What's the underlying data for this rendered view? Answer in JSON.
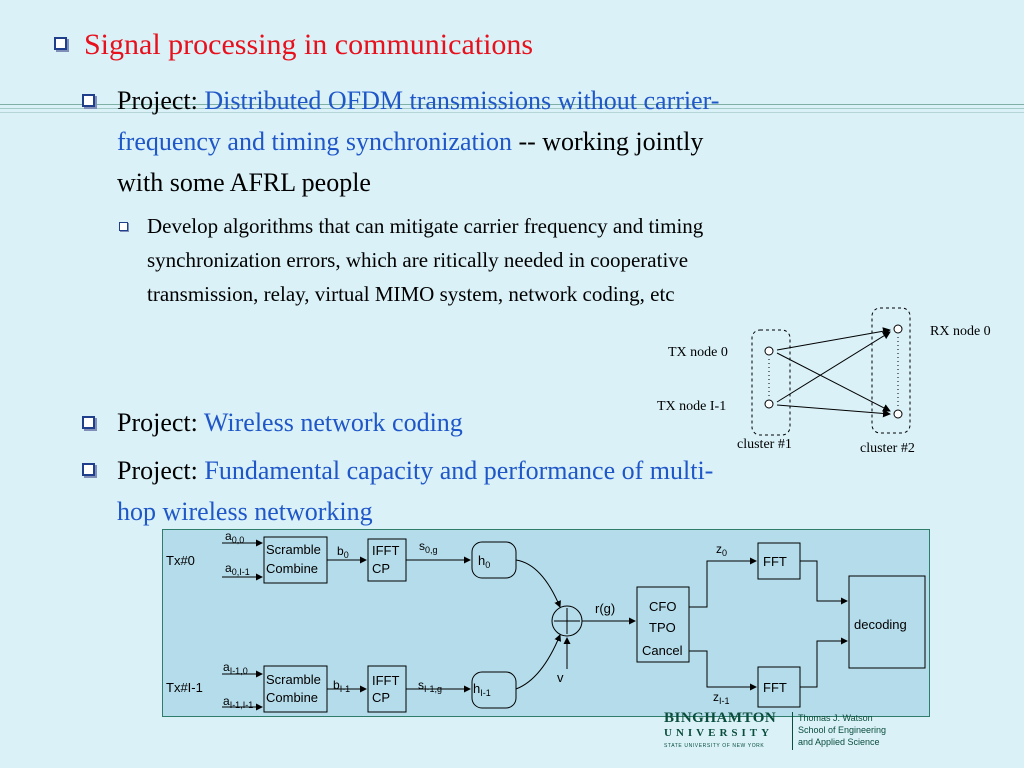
{
  "title": "Signal processing in communications",
  "bullet1": {
    "prefix": "Project: ",
    "highlight_line1": "Distributed OFDM transmissions without carrier-",
    "highlight_line2": "frequency and timing synchronization",
    "suffix_line2": " -- working jointly",
    "line3": "with some AFRL people"
  },
  "sub_bullet": {
    "line1": "Develop algorithms that can mitigate carrier frequency and timing",
    "line2": "synchronization errors, which are ritically needed in cooperative",
    "line3": "transmission, relay, virtual MIMO system, network coding, etc"
  },
  "bullet2": {
    "prefix": "Project: ",
    "highlight": "Wireless network coding"
  },
  "bullet3": {
    "prefix": "Project: ",
    "highlight_line1": "Fundamental capacity and performance of multi-",
    "highlight_line2": "hop wireless networking"
  },
  "cluster_diagram": {
    "tx_node_0": "TX node 0",
    "tx_node_last": "TX node I-1",
    "rx_node_0": "RX node 0",
    "cluster_1": "cluster #1",
    "cluster_2": "cluster #2"
  },
  "block_diagram": {
    "tx0": "Tx#0",
    "tx_last": "Tx#I-1",
    "scramble": "Scramble",
    "combine": "Combine",
    "ifft": "IFFT",
    "cp": "CP",
    "cfo": "CFO",
    "tpo": "TPO",
    "cancel": "Cancel",
    "fft": "FFT",
    "decoding": "decoding",
    "rg": "r(g)",
    "v": "v"
  },
  "logo": {
    "university_name": "BINGHAMTON",
    "university_word": "UNIVERSITY",
    "tagline": "STATE UNIVERSITY OF NEW YORK",
    "school_line1": "Thomas J. Watson",
    "school_line2": "School of Engineering",
    "school_line3": "and Applied Science"
  },
  "colors": {
    "title": "#e8101c",
    "highlight": "#1f56c8",
    "background": "#d9f1f7",
    "diagram_bg": "#b5dcea"
  }
}
